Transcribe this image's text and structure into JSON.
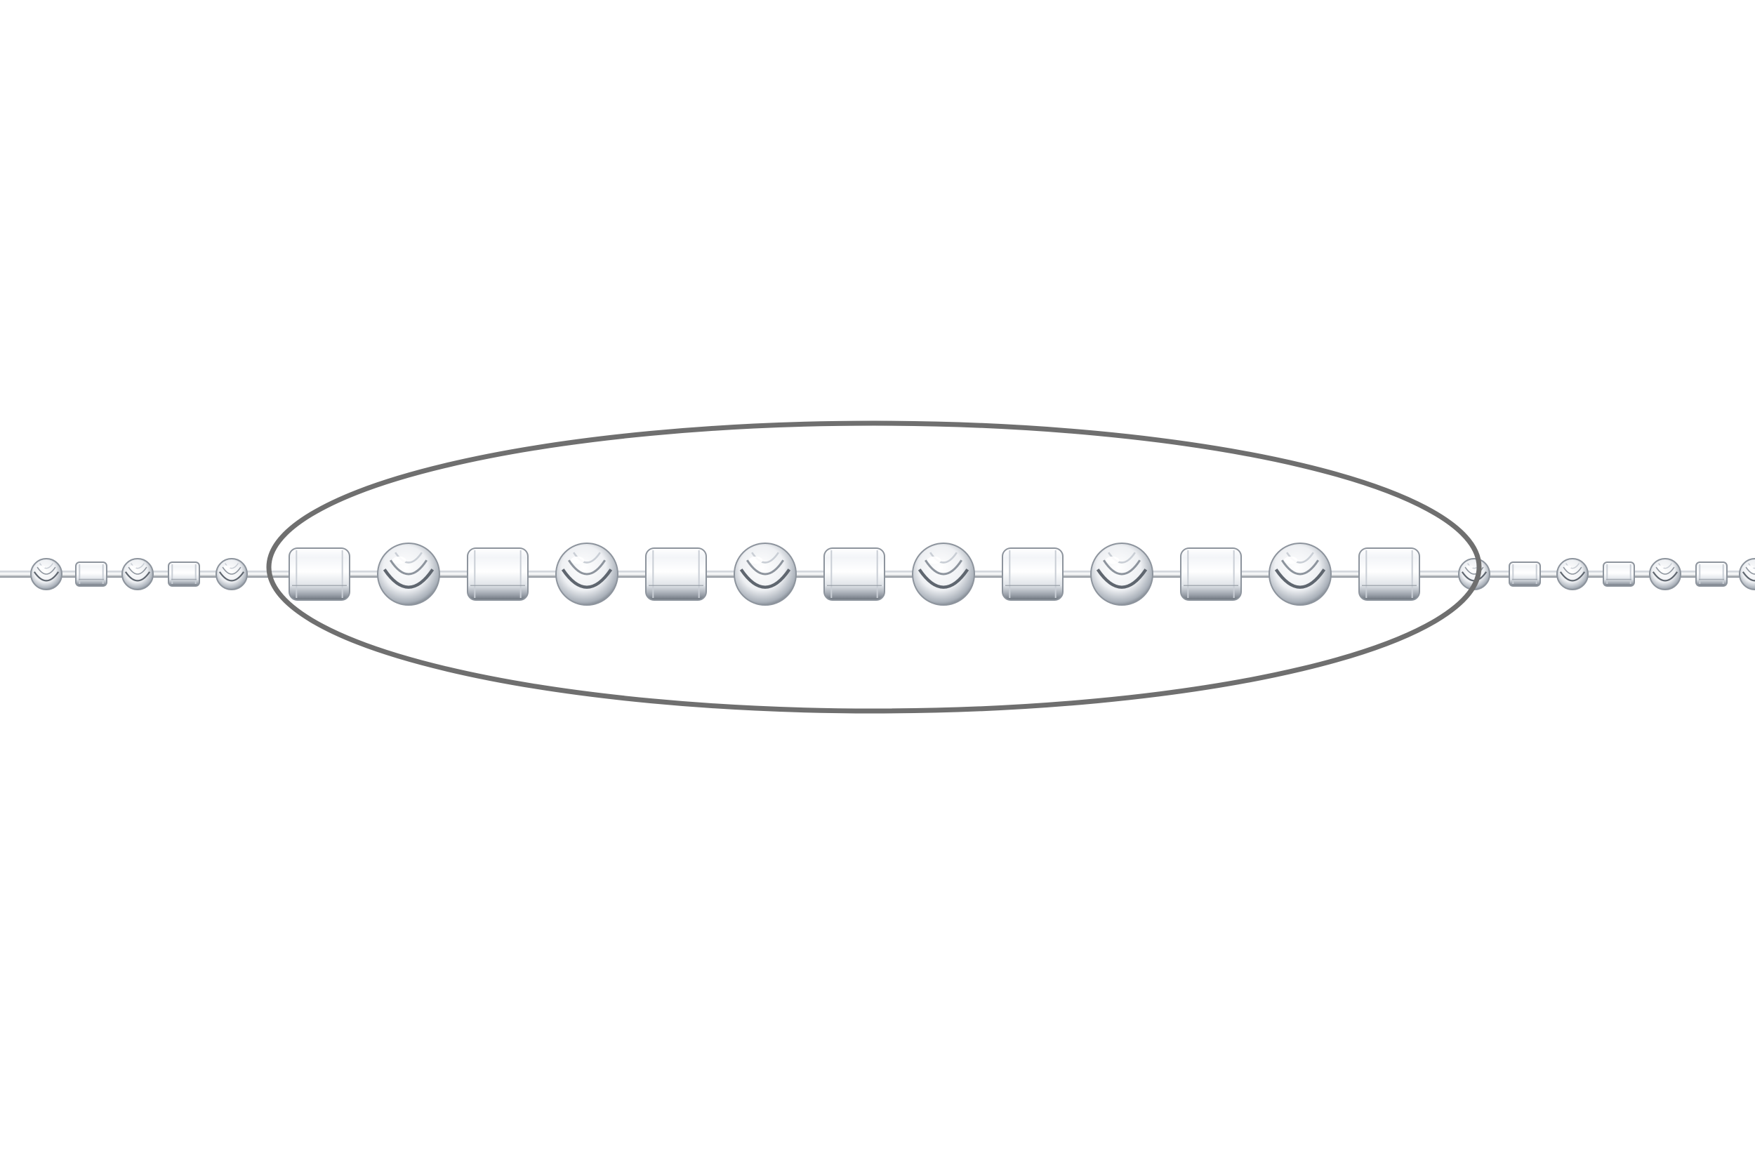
{
  "image": {
    "subject": "silver-bead-chain",
    "background_color": "#ffffff",
    "metal_colors": {
      "highlight": "#ffffff",
      "light": "#eef0f3",
      "mid": "#c9ced5",
      "dark": "#8d949d",
      "shadow": "#5f666f",
      "wire": "#9aa1aa"
    },
    "magnifier_color": "#6f6f6f",
    "pattern": [
      "barrel",
      "diamond-cut-ball"
    ]
  }
}
